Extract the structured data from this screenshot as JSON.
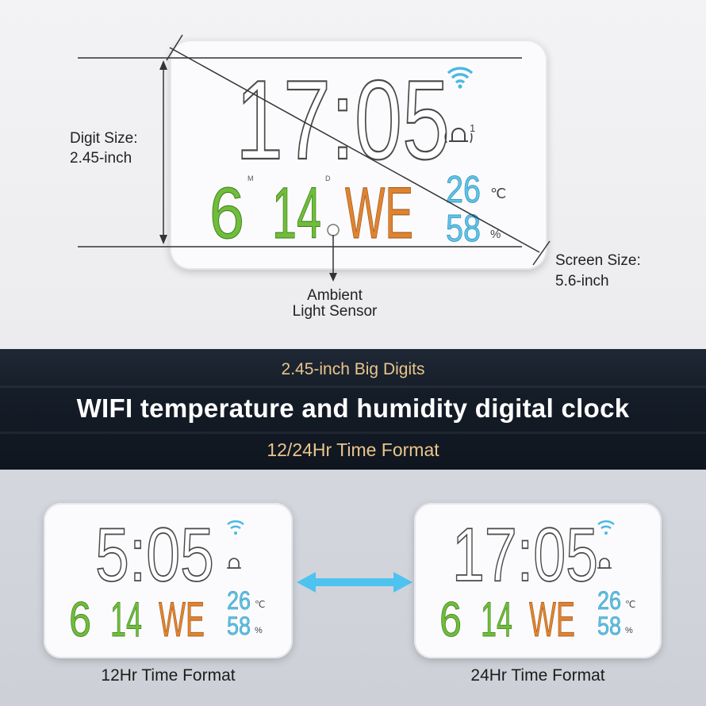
{
  "diagram": {
    "digit_size_label": "Digit Size:",
    "digit_size_value": "2.45-inch",
    "screen_size_label": "Screen Size:",
    "screen_size_value": "5.6-inch",
    "sensor_label_1": "Ambient",
    "sensor_label_2": "Light Sensor"
  },
  "clock_main": {
    "time": "17:05",
    "month_marker": "M",
    "day_marker": "D",
    "month": "6",
    "day": "14",
    "weekday": "WE",
    "temperature": "26",
    "temperature_unit": "℃",
    "humidity": "58",
    "humidity_unit": "%",
    "alarm_number": "1"
  },
  "banner": {
    "subtitle_top": "2.45-inch Big Digits",
    "title": "WIFI temperature and humidity digital clock",
    "subtitle_bottom": "12/24Hr Time Format"
  },
  "comparison": {
    "left_time": "5:05",
    "right_time": "17:05",
    "left_caption": "12Hr Time Format",
    "right_caption": "24Hr Time Format"
  },
  "colors": {
    "green": "#6fbd3a",
    "orange": "#e08331",
    "blue": "#5fc4e8",
    "digit_outline": "#3a3a3a",
    "arrow": "#4ec3ef",
    "banner_text": "#e9c58c"
  }
}
